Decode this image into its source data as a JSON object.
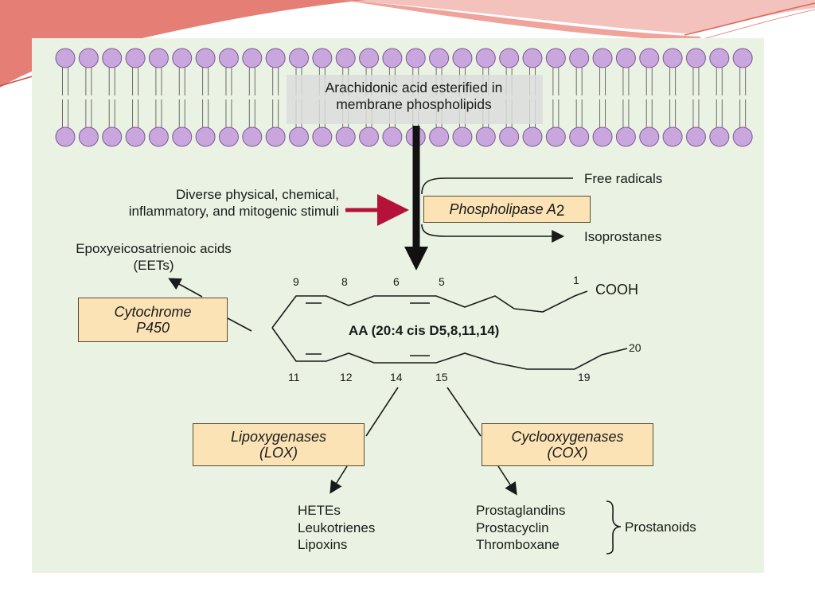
{
  "membrane": {
    "label_line1": "Arachidonic acid esterified in",
    "label_line2": "membrane phospholipids"
  },
  "stimuli": {
    "line1": "Diverse physical, chemical,",
    "line2": "inflammatory, and mitogenic stimuli"
  },
  "enzymes": {
    "pla2": {
      "text": "Phospholipase A",
      "sub": "2"
    },
    "cyp": {
      "line1": "Cytochrome",
      "line2": "P450"
    },
    "lox": {
      "line1": "Lipoxygenases",
      "line2": "(LOX)"
    },
    "cox": {
      "line1": "Cyclooxygenases",
      "line2": "(COX)"
    }
  },
  "branches": {
    "free_radicals": "Free radicals",
    "isoprostanes": "Isoprostanes"
  },
  "eets": {
    "line1": "Epoxyeicosatrienoic acids",
    "line2": "(EETs)"
  },
  "aa": {
    "formula": "AA (20:4 cis D5,8,11,14)",
    "cooh": "COOH",
    "carbon_labels": {
      "c1": "1",
      "c5": "5",
      "c6": "6",
      "c8": "8",
      "c9": "9",
      "c11": "11",
      "c12": "12",
      "c14": "14",
      "c15": "15",
      "c19": "19",
      "c20": "20"
    }
  },
  "lox_products": [
    "HETEs",
    "Leukotrienes",
    "Lipoxins"
  ],
  "cox_products": [
    "Prostaglandins",
    "Prostacyclin",
    "Thromboxane"
  ],
  "prostanoids": "Prostanoids",
  "colors": {
    "panel": "#eaf3e3",
    "lipid_head": "#c9a6de",
    "enzyme_box": "#fbe3b6",
    "stimulus_arrow": "#b5123a",
    "header_red": "#e07a72"
  }
}
